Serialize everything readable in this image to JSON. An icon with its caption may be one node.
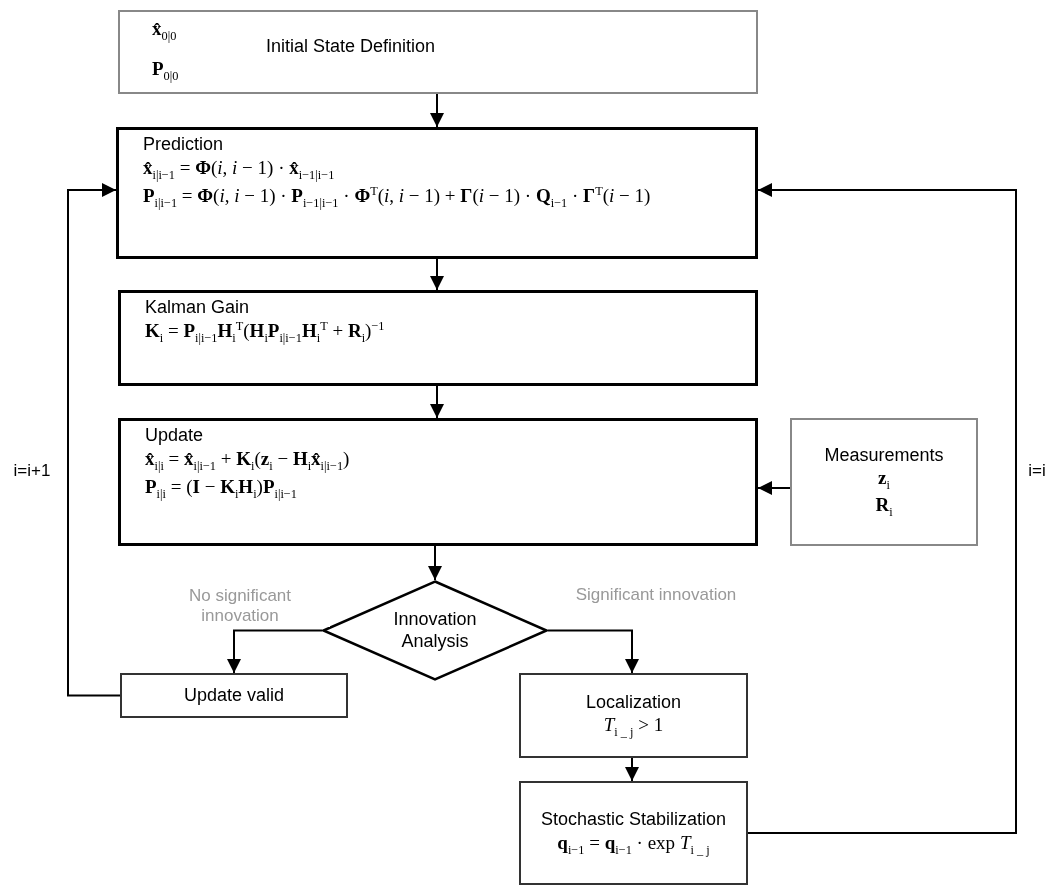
{
  "diagram": {
    "nodes": [
      {
        "text": [
          "**x̂**$_{0|0}$",
          "**P**$_{0|0}$",
          "Initial State Definition"
        ]
      },
      {
        "text": [
          "Prediction",
          "**x̂**$_{i|i−1}$ = **Φ**(*i*, *i* − 1) · **x̂**$_{i−1|i−1}$",
          "**P**$_{i|i−1}$ = **Φ**(*i*, *i* − 1) · **P**$_{i−1|i−1}$ · **Φ**$^{T}$(*i*, *i* − 1) + **Γ**(*i* − 1) · **Q**$_{i−1}$ · **Γ**$^{T}$(*i* − 1)"
        ]
      },
      {
        "text": [
          "Kalman Gain",
          "**K**$_{i}$ = **P**$_{i|i−1}$**H**$_{i}$$^{T}$(**H**$_{i}$**P**$_{i|i−1}$**H**$_{i}$$^{T}$ + **R**$_{i}$)$^{−1}$"
        ]
      },
      {
        "text": [
          "Update",
          "**x̂**$_{i|i}$ = **x̂**$_{i|i−1}$ + **K**$_{i}$(**z**$_{i}$ − **H**$_{i}$**x̂**$_{i|i−1}$)",
          "**P**$_{i|i}$ = (**I** − **K**$_{i}$**H**$_{i}$)**P**$_{i|i−1}$"
        ]
      },
      {
        "text": [
          "Measurements",
          "**z**$_{i}$",
          "**R**$_{i}$"
        ]
      },
      {
        "text": [
          "Innovation Analysis"
        ]
      },
      {
        "text": [
          "Update valid"
        ]
      },
      {
        "text": [
          "Localization",
          "*T*$_{i _ j}$ > 1"
        ]
      },
      {
        "text": [
          "Stochastic Stabilization",
          "**q**$_{i−1}$ = **q**$_{i−1}$ · exp *T*$_{i _ j}$"
        ]
      }
    ],
    "edges": [
      {
        "from": 0,
        "to": 1,
        "arrow": "to"
      },
      {
        "from": 1,
        "to": 2,
        "arrow": "to"
      },
      {
        "from": 2,
        "to": 3,
        "arrow": "to"
      },
      {
        "from": 4,
        "to": 3,
        "arrow": "to"
      },
      {
        "from": 3,
        "to": 5,
        "arrow": "to"
      },
      {
        "from": 5,
        "to": 6,
        "label": "No significant innovation",
        "arrow": "to"
      },
      {
        "from": 5,
        "to": 7,
        "label": "Significant innovation",
        "arrow": "to"
      },
      {
        "from": 7,
        "to": 8,
        "arrow": "to"
      },
      {
        "from": 6,
        "to": 1,
        "label": "i=i+1",
        "arrow": "to"
      },
      {
        "from": 8,
        "to": 1,
        "label": "i=i",
        "arrow": "to"
      }
    ]
  }
}
